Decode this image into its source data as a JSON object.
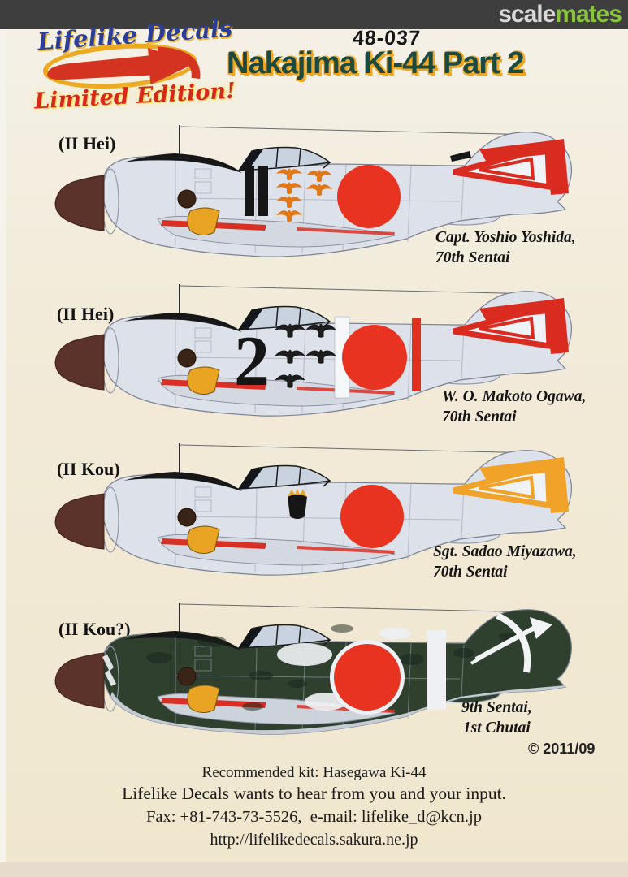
{
  "watermark": {
    "scale": "scale",
    "mates": "mates",
    "bar_color": "#3e3e3e",
    "scale_color": "#d9d9d9",
    "mates_color": "#8bc53f"
  },
  "header": {
    "logo_text": "Lifelike Decals",
    "limited_edition": "Limited Edition!",
    "product_code": "48-037",
    "title": "Nakajima Ki-44 Part 2"
  },
  "colors": {
    "hinomaru_red": "#e7331f",
    "title_green": "#1d4a40",
    "title_outline_orange": "#f2a51f",
    "logo_blue": "#2b3f98",
    "limited_edition_red": "#d8281e",
    "background_cream": "#f2ebd9"
  },
  "aircraft": [
    {
      "variant_label": "(II Hei)",
      "caption_line1": "Capt. Yoshio Yoshida,",
      "caption_line2": "70th Sentai",
      "camouflage": "natural metal",
      "tail_marking_color": "#d92b20",
      "victory_marking_color": "#e07818",
      "victory_marking_count": 6,
      "fuselage_marking": "II"
    },
    {
      "variant_label": "(II Hei)",
      "caption_line1": "W. O. Makoto Ogawa,",
      "caption_line2": "70th Sentai",
      "camouflage": "natural metal",
      "tail_marking_color": "#d92b20",
      "victory_marking_color": "#1c1c1c",
      "victory_marking_count": 5,
      "fuselage_number": "2"
    },
    {
      "variant_label": "(II Kou)",
      "caption_line1": "Sgt. Sadao Miyazawa,",
      "caption_line2": "70th Sentai",
      "camouflage": "natural metal",
      "tail_marking_color": "#f0a328"
    },
    {
      "variant_label": "(II Kou?)",
      "caption_line1": "9th Sentai,",
      "caption_line2": "1st Chutai",
      "camouflage": "dark green mottle",
      "body_color": "#30402f",
      "tail_marking_color": "#f2f4f6"
    }
  ],
  "footer": {
    "copyright": "© 2011/09",
    "recommended_kit": "Recommended kit: Hasegawa Ki-44",
    "feedback": "Lifelike Decals wants to hear from you and your input.",
    "fax_email": "Fax: +81-743-73-5526,  e-mail: lifelike_d@kcn.jp",
    "url": "http://lifelikedecals.sakura.ne.jp"
  }
}
